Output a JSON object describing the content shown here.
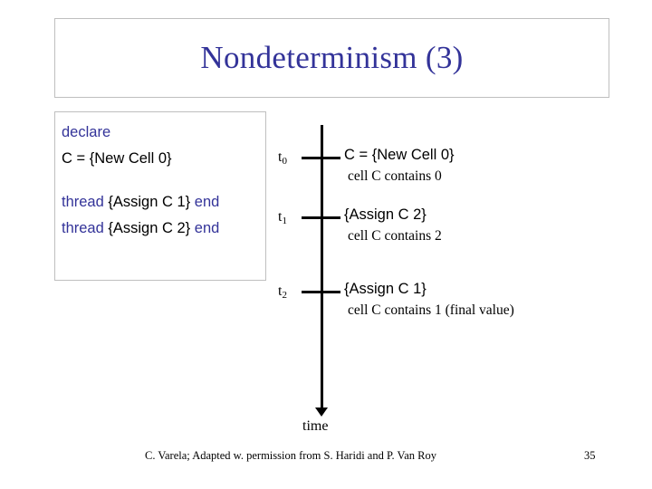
{
  "slide": {
    "title": "Nondeterminism (3)",
    "title_color": "#333399",
    "keyword_color": "#333399",
    "border_color": "#bfbfbf"
  },
  "code_block": {
    "lines": [
      {
        "keyword": "declare",
        "rest": ""
      },
      {
        "keyword": "",
        "rest": "C = {New Cell 0}"
      },
      {
        "keyword": "thread ",
        "rest": "{Assign C 1} ",
        "keyword_end": "end"
      },
      {
        "keyword": "thread ",
        "rest": "{Assign C 2} ",
        "keyword_end": "end"
      }
    ],
    "line1_keyword": "declare",
    "line2_text": "C = {New Cell 0}",
    "line3_kw_start": "thread ",
    "line3_mid": "{Assign C 1} ",
    "line3_kw_end": "end",
    "line4_kw_start": "thread ",
    "line4_mid": "{Assign C 2} ",
    "line4_kw_end": "end"
  },
  "timeline": {
    "axis_caption": "time",
    "events": [
      {
        "time_label": "t",
        "time_sub": "0",
        "code": "C = {New Cell 0}",
        "description": "cell C contains 0"
      },
      {
        "time_label": "t",
        "time_sub": "1",
        "code": "{Assign C 2}",
        "description": "cell C contains 2"
      },
      {
        "time_label": "t",
        "time_sub": "2",
        "code": "{Assign C 1}",
        "description": "cell C contains 1 (final value)"
      }
    ]
  },
  "footer": {
    "credit": "C. Varela;  Adapted w. permission from S. Haridi and P. Van Roy",
    "page_number": "35"
  }
}
